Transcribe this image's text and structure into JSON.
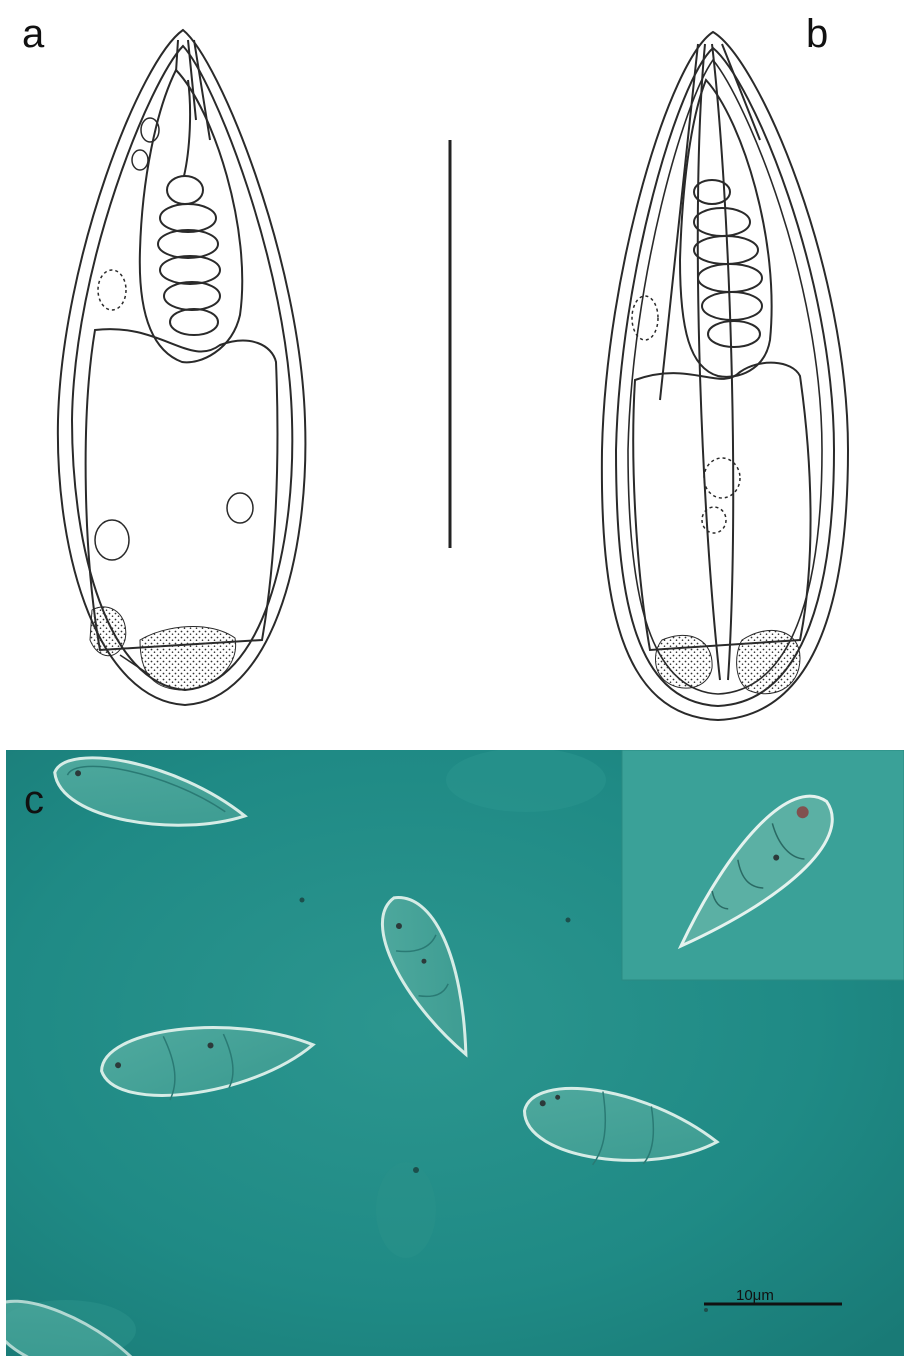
{
  "panels": {
    "a": {
      "label": "a"
    },
    "b": {
      "label": "b"
    },
    "c": {
      "label": "c"
    }
  },
  "scale_bar": {
    "label": "10μm"
  },
  "colors": {
    "micrograph_bg": "#1f8a85",
    "inset_bg": "#3aa198",
    "ink": "#2a2a2a"
  }
}
